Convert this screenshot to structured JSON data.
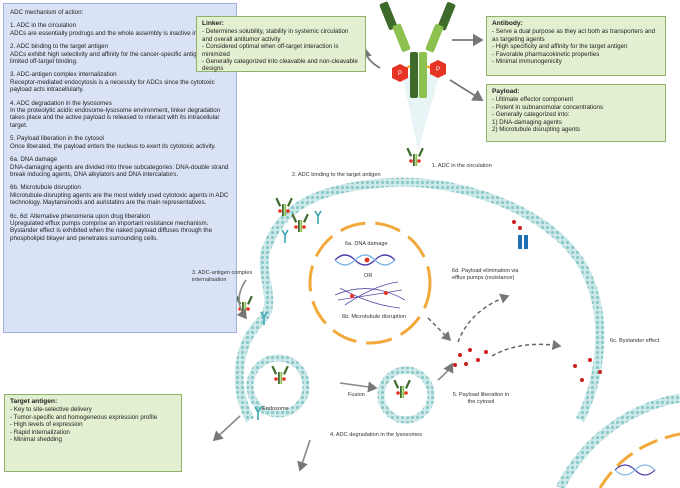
{
  "mechanism": {
    "title": "ADC mechanism of action:",
    "sections": [
      {
        "head": "1. ADC in the circulation",
        "body": "ADCs are essentially prodrugs and the whole assembly is inactive in plasma."
      },
      {
        "head": "2. ADC binding to the target antigen",
        "body": "ADCs exhibit high selectivity and affinity for the cancer-specific antigen with limited off-target binding."
      },
      {
        "head": "3. ADC-antigen complex internalization",
        "body": "Receptor-mediated endocytosis is a necessity for ADCs since the cytotoxic payload acts intracellularly."
      },
      {
        "head": "4. ADC degradation in the lysosomes",
        "body": "In the proteolytic acidic endosome-lysosome environment, linker degradation takes place and the active payload is released to interact with its intracellular target."
      },
      {
        "head": "5. Payload liberation in the cytosol",
        "body": "Once liberated, the payload enters the nucleus to exert its cytotoxic activity."
      },
      {
        "head": "6a. DNA damage",
        "body": "DNA-damaging agents are divided into three subcategories: DNA-double strand break inducing agents, DNA alkylators and DNA intercalators."
      },
      {
        "head": "6b. Microtubule disruption",
        "body": "Microtubule-disrupting agents are the most widely used cytotoxic agents in ADC technology. Maytansinoids and auristatins are the main representatives."
      },
      {
        "head": "6c, 6d: Alternative phenomena upon drug liberation",
        "body": "Upregulated efflux pumps comprise an important resistance mechanism. Bystander effect is exhibited when the naked payload diffuses through the phospholipid bilayer and penetrates surrounding cells."
      }
    ]
  },
  "target": {
    "title": "Target antigen:",
    "items": [
      "- Key to site-selective delivery",
      "- Tumor-specific and homogeneous expression profile",
      "- High levels of expression",
      "- Rapid internalization",
      "- Minimal shedding"
    ]
  },
  "linker": {
    "title": "Linker:",
    "items": [
      "- Determines solubility, stability in systemic circulation and overall antitumor activity",
      "- Considered optimal when off-target interaction is minimized",
      "- Generally categorized into cleavable and non-cleavable designs"
    ]
  },
  "antibody": {
    "title": "Antibody:",
    "items": [
      "- Serve a dual purpose as they act both as transporters and as targeting agents",
      "- High specificity and affinity for the target antigen",
      "- Favorable pharmacokinetic properties",
      "- Minimal immunogenicity"
    ]
  },
  "payload": {
    "title": "Payload:",
    "items": [
      "- Ultimate effector component",
      "- Potent in subnanomolar concentrations",
      "- Generally categorized into:",
      "1) DNA-damaging agents",
      "2) Microtubule disrupting agents"
    ]
  },
  "labels": {
    "circulation": "1. ADC in the circulation",
    "binding": "2. ADC binding to the target antigen",
    "internalisation": "3. ADC-antigen complex internalisation",
    "endosome": "Endosome",
    "fusion": "Fusion",
    "lysosome": "4. ADC degradation in the lysosomes",
    "liberation": "5. Payload liberation in the cytosol",
    "dna_damage": "6a. DNA damage",
    "or": "OR",
    "microtubule": "6b. Microtubule disruption",
    "efflux": "6d. Payload elimination via efflux pumps (resistance)",
    "bystander": "6c. Bystander effect",
    "p": "P"
  },
  "colors": {
    "mech_bg": "#d9e3f5",
    "green_bg": "#e3efd1",
    "membrane": "#a9d8d8",
    "antibody_dark": "#3e6b2c",
    "antibody_light": "#8cc14f",
    "payload": "#e53324",
    "linker": "#f0a020",
    "nucleus_border": "#f2a93b"
  }
}
